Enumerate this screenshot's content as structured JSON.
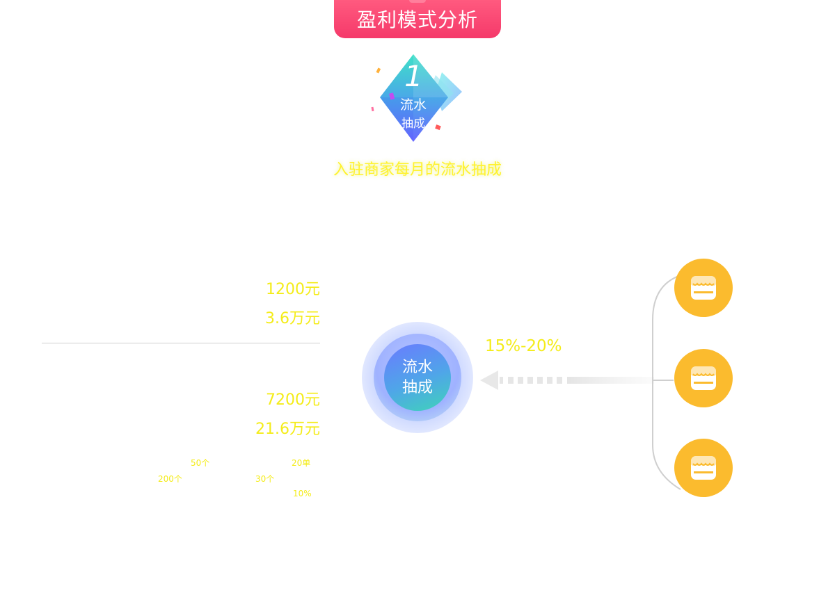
{
  "header": {
    "title": "盈利模式分析"
  },
  "badge": {
    "number": "1",
    "line1": "流水",
    "line2": "抽成"
  },
  "subtitle": "入驻商家每月的流水抽成",
  "left": {
    "top_values": [
      "1200元",
      "3.6万元"
    ],
    "bottom_values": [
      "7200元",
      "21.6万元"
    ],
    "small_labels": {
      "a": "50个",
      "b": "20单",
      "c": "200个",
      "d": "30个",
      "e": "10%"
    }
  },
  "center": {
    "line1": "流水",
    "line2": "抽成"
  },
  "rate": "15%-20%",
  "shops": [
    {
      "icon": "shop-icon"
    },
    {
      "icon": "shop-icon"
    },
    {
      "icon": "shop-icon"
    }
  ],
  "colors": {
    "title_bg": "#f5396a",
    "yellow_text": "#f4ec19",
    "shop_bg": "#fbbb2e",
    "circle_start": "#6a7bff",
    "circle_end": "#3fd4b8"
  }
}
